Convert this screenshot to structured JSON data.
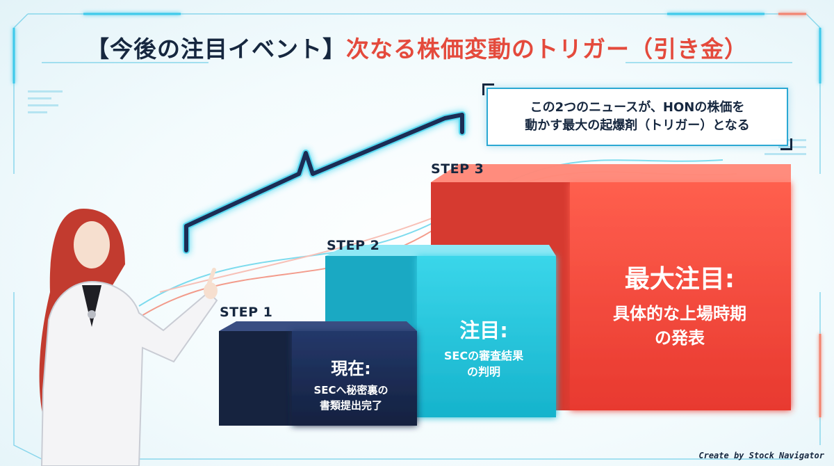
{
  "title": {
    "part1": "【今後の注目イベント】",
    "part2": "次なる株価変動のトリガー（引き金）"
  },
  "callout": {
    "line1": "この2つのニュースが、HONの株価を",
    "line2": "動かす最大の起爆剤（トリガー）となる"
  },
  "steps": [
    {
      "label": "STEP 1",
      "head": "現在:",
      "body1": "SECへ秘密裏の",
      "body2": "書類提出完了",
      "color": "#1b2d55"
    },
    {
      "label": "STEP 2",
      "head": "注目:",
      "body1": "SECの審査結果",
      "body2": "の判明",
      "color": "#22c6dc"
    },
    {
      "label": "STEP 3",
      "head": "最大注目:",
      "body1": "具体的な上場時期",
      "body2": "の発表",
      "color": "#f04a3e"
    }
  ],
  "credit": "Create by Stock Navigator",
  "colors": {
    "navy": "#16273f",
    "accent_red": "#e44a3c",
    "cyan": "#2ba8d3"
  }
}
